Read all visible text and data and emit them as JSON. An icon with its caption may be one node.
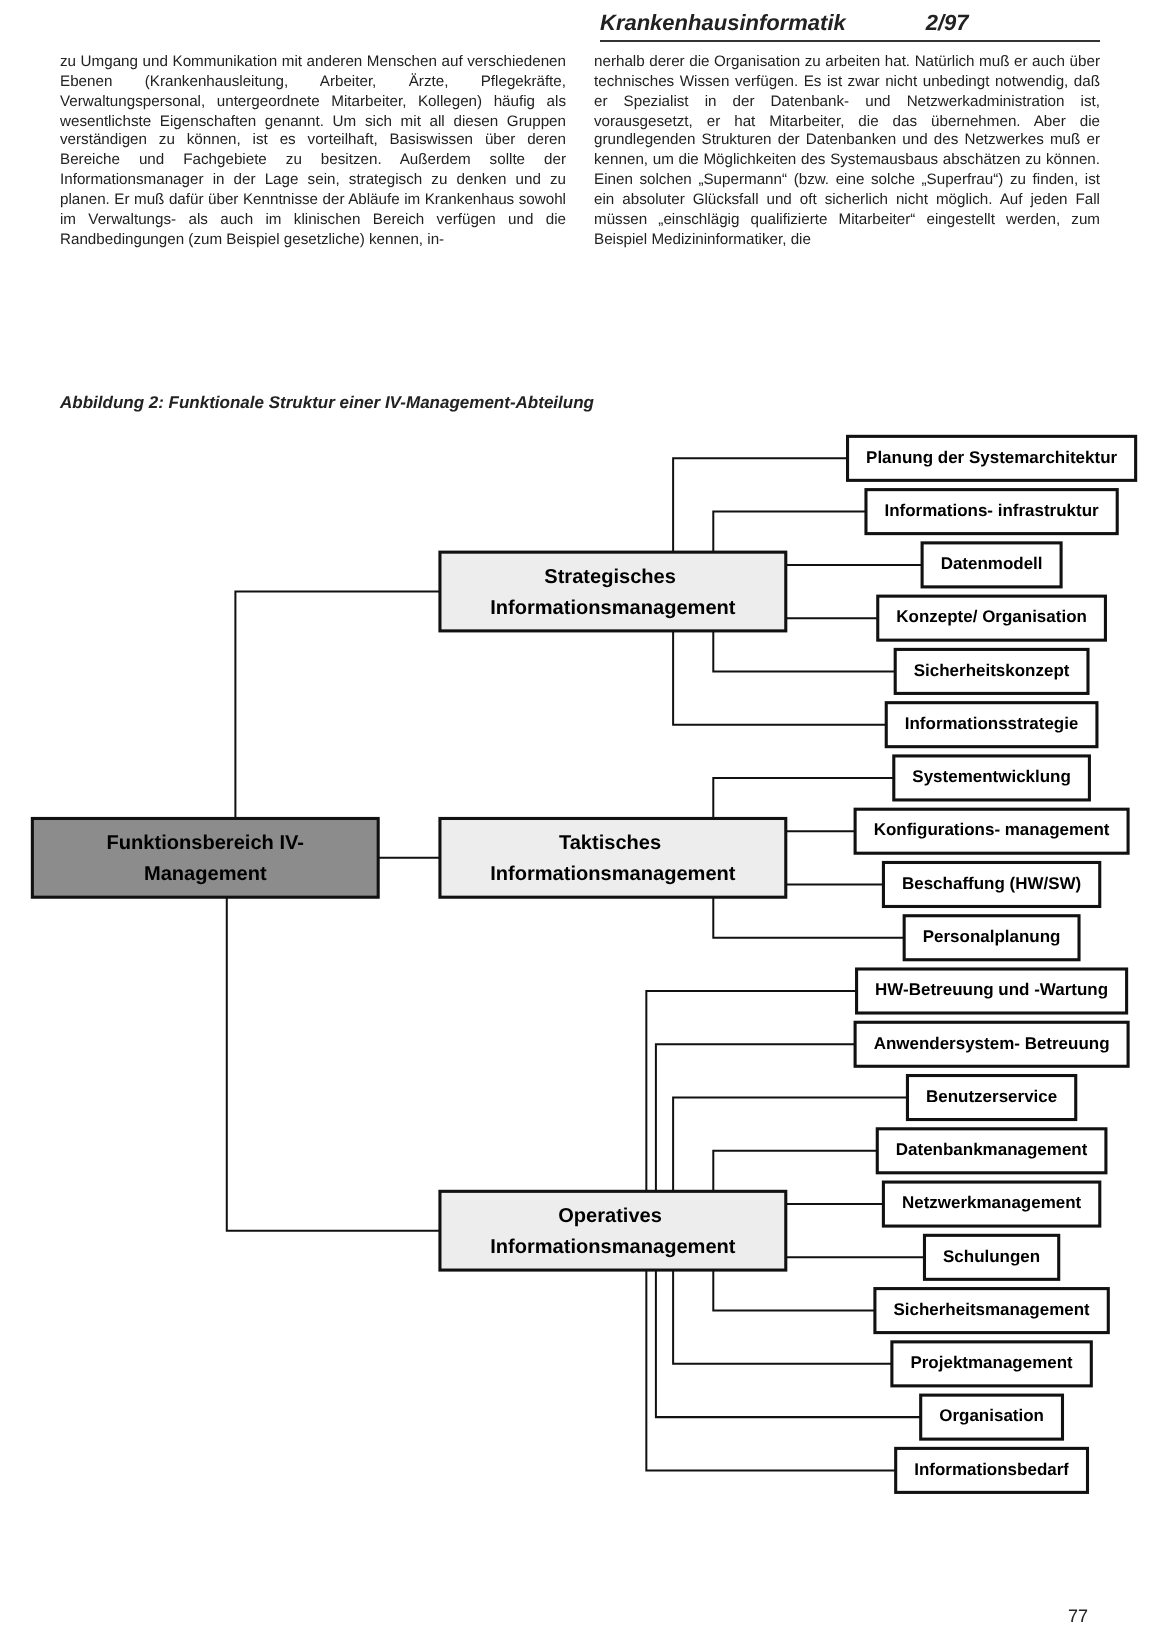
{
  "diagram": {
    "caption": "Abbildung 2: Funktionale Struktur einer IV-Management-Abteilung",
    "nodes": [
      {
        "text": [
          "Funktionsbereich IV-Management"
        ]
      },
      {
        "text": [
          "Strategisches Informationsmanagement"
        ]
      },
      {
        "text": [
          "Taktisches Informationsmanagement"
        ]
      },
      {
        "text": [
          "Operatives Informationsmanagement"
        ]
      },
      {
        "text": [
          "Planung der Systemarchitektur"
        ]
      },
      {
        "text": [
          "Informations- infrastruktur"
        ]
      },
      {
        "text": [
          "Datenmodell"
        ]
      },
      {
        "text": [
          "Konzepte/ Organisation"
        ]
      },
      {
        "text": [
          "Sicherheitskonzept"
        ]
      },
      {
        "text": [
          "Informationsstrategie"
        ]
      },
      {
        "text": [
          "Systementwicklung"
        ]
      },
      {
        "text": [
          "Konfigurations- management"
        ]
      },
      {
        "text": [
          "Beschaffung (HW/SW)"
        ]
      },
      {
        "text": [
          "Personalplanung"
        ]
      },
      {
        "text": [
          "HW-Betreuung und -Wartung"
        ]
      },
      {
        "text": [
          "Anwendersystem- Betreuung"
        ]
      },
      {
        "text": [
          "Benutzerservice"
        ]
      },
      {
        "text": [
          "Datenbankmanagement"
        ]
      },
      {
        "text": [
          "Netzwerkmanagement"
        ]
      },
      {
        "text": [
          "Schulungen"
        ]
      },
      {
        "text": [
          "Sicherheitsmanagement"
        ]
      },
      {
        "text": [
          "Projektmanagement"
        ]
      },
      {
        "text": [
          "Organisation"
        ]
      },
      {
        "text": [
          "Informationsbedarf"
        ]
      }
    ],
    "edges": [
      {
        "from": 0,
        "to": 1,
        "arrow": "none"
      },
      {
        "from": 0,
        "to": 2,
        "arrow": "none"
      },
      {
        "from": 0,
        "to": 3,
        "arrow": "none"
      },
      {
        "from": 1,
        "to": 4,
        "arrow": "none"
      },
      {
        "from": 1,
        "to": 5,
        "arrow": "none"
      },
      {
        "from": 1,
        "to": 6,
        "arrow": "none"
      },
      {
        "from": 1,
        "to": 7,
        "arrow": "none"
      },
      {
        "from": 1,
        "to": 8,
        "arrow": "none"
      },
      {
        "from": 1,
        "to": 9,
        "arrow": "none"
      },
      {
        "from": 2,
        "to": 10,
        "arrow": "none"
      },
      {
        "from": 2,
        "to": 11,
        "arrow": "none"
      },
      {
        "from": 2,
        "to": 12,
        "arrow": "none"
      },
      {
        "from": 2,
        "to": 13,
        "arrow": "none"
      },
      {
        "from": 3,
        "to": 14,
        "arrow": "none"
      },
      {
        "from": 3,
        "to": 15,
        "arrow": "none"
      },
      {
        "from": 3,
        "to": 16,
        "arrow": "none"
      },
      {
        "from": 3,
        "to": 17,
        "arrow": "none"
      },
      {
        "from": 3,
        "to": 18,
        "arrow": "none"
      },
      {
        "from": 3,
        "to": 19,
        "arrow": "none"
      },
      {
        "from": 3,
        "to": 20,
        "arrow": "none"
      },
      {
        "from": 3,
        "to": 21,
        "arrow": "none"
      },
      {
        "from": 3,
        "to": 22,
        "arrow": "none"
      },
      {
        "from": 3,
        "to": 23,
        "arrow": "none"
      }
    ],
    "labels": [
      "Krankenhausinformatik",
      "2/97",
      "zu Umgang und Kommunikation mit anderen Menschen auf verschiedenen Ebenen (Krankenhausleitung, Arbeiter, Ärzte, Pflegekräfte, Verwaltungspersonal, untergeordnete Mitarbeiter, Kollegen) häufig als wesentlichste Eigenschaften genannt. Um sich mit all diesen Gruppen verständigen zu können, ist es vorteilhaft, Basiswissen über deren Bereiche und Fachgebiete zu besitzen. Außerdem sollte der Informationsmanager in der Lage sein, strategisch zu denken und zu planen. Er muß dafür über Kenntnisse der Abläufe im Krankenhaus sowohl im Verwaltungs- als auch im klinischen Bereich verfügen und die Randbedingungen (zum Beispiel gesetzliche) kennen, in-",
      "nerhalb derer die Organisation zu arbeiten hat. Natürlich muß er auch über technisches Wissen verfügen. Es ist zwar nicht unbedingt notwendig, daß er Spezialist in der Datenbank- und Netzwerkadministration ist, vorausgesetzt, er hat Mitarbeiter, die das übernehmen. Aber die grundlegenden Strukturen der Datenbanken und des Netzwerkes muß er kennen, um die Möglichkeiten des Systemausbaus abschätzen zu können. Einen solchen „Supermann“ (bzw. eine solche „Superfrau“) zu finden, ist ein absoluter Glücksfall und oft sicherlich nicht möglich. Auf jeden Fall müssen „einschlägig qualifizierte Mitarbeiter“ eingestellt werden, zum Beispiel Medizininformatiker, die",
      "77"
    ]
  }
}
